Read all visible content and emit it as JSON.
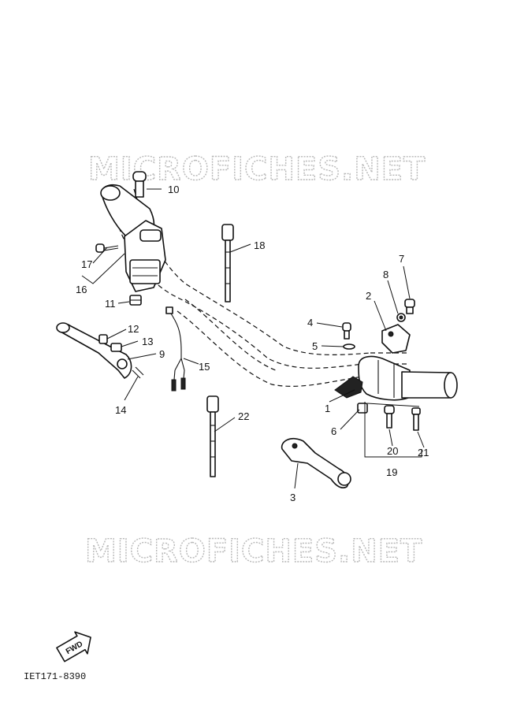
{
  "watermark": "MICROFICHES.NET",
  "code": "IET171-8390",
  "fwd_label": "FWD",
  "callouts": {
    "n1": "1",
    "n2": "2",
    "n3": "3",
    "n4": "4",
    "n5": "5",
    "n6": "6",
    "n7": "7",
    "n8": "8",
    "n9": "9",
    "n10": "10",
    "n11": "11",
    "n12": "12",
    "n13": "13",
    "n14": "14",
    "n15": "15",
    "n16": "16",
    "n17": "17",
    "n18": "18",
    "n19": "19",
    "n20": "20",
    "n21": "21",
    "n22": "22"
  }
}
